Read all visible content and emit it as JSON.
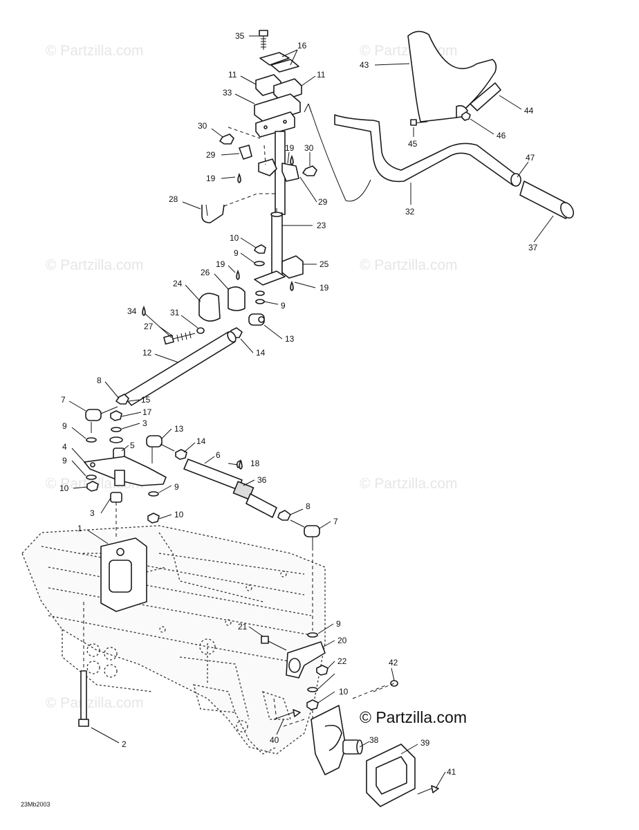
{
  "watermark": {
    "text": "© Partzilla.com",
    "main_text": "© Partzilla.com"
  },
  "diagram_code": "23Mb2003",
  "callouts": {
    "c1": "1",
    "c2": "2",
    "c3a": "3",
    "c3b": "3",
    "c4": "4",
    "c5": "5",
    "c6": "6",
    "c7a": "7",
    "c7b": "7",
    "c8a": "8",
    "c8b": "8",
    "c9a": "9",
    "c9b": "9",
    "c9c": "9",
    "c9d": "9",
    "c9e": "9",
    "c9f": "9",
    "c10a": "10",
    "c10b": "10",
    "c10c": "10",
    "c10d": "10",
    "c11a": "11",
    "c11b": "11",
    "c12": "12",
    "c13a": "13",
    "c13b": "13",
    "c14a": "14",
    "c14b": "14",
    "c15": "15",
    "c16": "16",
    "c17": "17",
    "c18": "18",
    "c19a": "19",
    "c19b": "19",
    "c19c": "19",
    "c19d": "19",
    "c20": "20",
    "c21": "21",
    "c22": "22",
    "c23": "23",
    "c24": "24",
    "c25": "25",
    "c26": "26",
    "c27": "27",
    "c28": "28",
    "c29a": "29",
    "c29b": "29",
    "c30a": "30",
    "c30b": "30",
    "c31": "31",
    "c32": "32",
    "c33": "33",
    "c34": "34",
    "c35": "35",
    "c36": "36",
    "c37": "37",
    "c38": "38",
    "c39": "39",
    "c40": "40",
    "c41": "41",
    "c42": "42",
    "c43": "43",
    "c44": "44",
    "c45": "45",
    "c46": "46",
    "c47": "47"
  }
}
